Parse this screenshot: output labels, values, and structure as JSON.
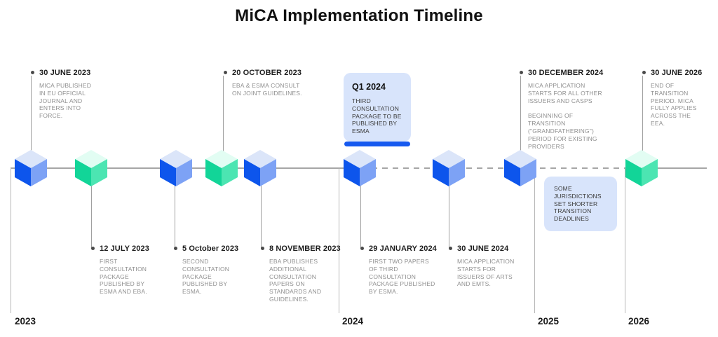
{
  "title": "MiCA Implementation Timeline",
  "colors": {
    "accent_blue": "#1659ef",
    "card_bg": "#d8e4fb",
    "line_gray": "#a6a6a6",
    "cube_blue_top": "#dbe5f9",
    "cube_blue_left": "#0d55ec",
    "cube_blue_right": "#7da2f5",
    "cube_green_top": "#e2fdf3",
    "cube_green_left": "#12d598",
    "cube_green_right": "#4ce5b2"
  },
  "milestones_top": [
    {
      "date": "30 JUNE 2023",
      "body": "MICA PUBLISHED IN EU OFFICIAL JOURNAL AND ENTERS INTO FORCE."
    },
    {
      "date": "20 OCTOBER 2023",
      "body": "EBA & ESMA CONSULT ON JOINT GUIDELINES."
    },
    {
      "date": "30 DECEMBER 2024",
      "body": "MICA APPLICATION STARTS FOR ALL OTHER ISSUERS AND CASPS",
      "body2": "BEGINNING OF TRANSITION (\"GRANDFATHERING\") PERIOD FOR EXISTING PROVIDERS"
    },
    {
      "date": "30 JUNE 2026",
      "body": "END OF TRANSITION PERIOD. MICA FULLY APPLIES ACROSS THE EEA."
    }
  ],
  "milestones_bottom": [
    {
      "date": "12 JULY 2023",
      "body": "FIRST CONSULTATION PACKAGE PUBLISHED BY ESMA AND EBA."
    },
    {
      "date": "5 October 2023",
      "body": "SECOND CONSULTATION PACKAGE PUBLISHED BY ESMA."
    },
    {
      "date": "8 NOVEMBER 2023",
      "body": "EBA PUBLISHES ADDITIONAL CONSULTATION PAPERS ON STANDARDS AND GUIDELINES."
    },
    {
      "date": "29 JANUARY 2024",
      "body": "FIRST TWO PAPERS OF THIRD CONSULTATION PACKAGE PUBLISHED BY ESMA."
    },
    {
      "date": "30 JUNE 2024",
      "body": "MICA APPLICATION STARTS FOR ISSUERS OF ARTS AND EMTS."
    }
  ],
  "highlight_card": {
    "title": "Q1 2024",
    "body": "THIRD CONSULTATION PACKAGE TO BE PUBLISHED BY ESMA"
  },
  "note_card": {
    "body": "SOME JURISDICTIONS SET SHORTER TRANSITION DEADLINES"
  },
  "years": {
    "y2023": "2023",
    "y2024": "2024",
    "y2025": "2025",
    "y2026": "2026"
  }
}
